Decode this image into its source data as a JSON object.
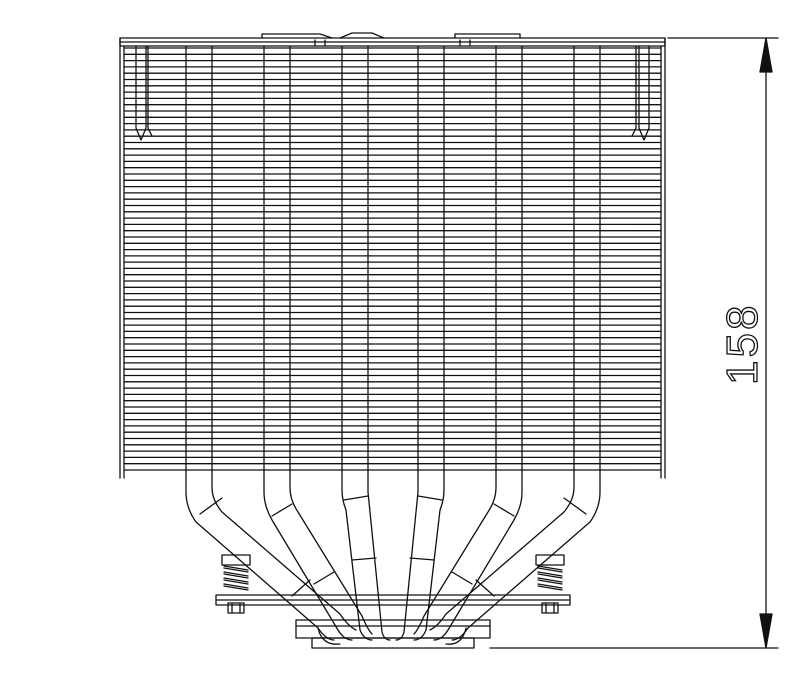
{
  "drawing": {
    "dimension": {
      "value": "158"
    },
    "heatsink": {
      "fin_count": 68
    },
    "heatpipes": {
      "count": 6
    }
  }
}
